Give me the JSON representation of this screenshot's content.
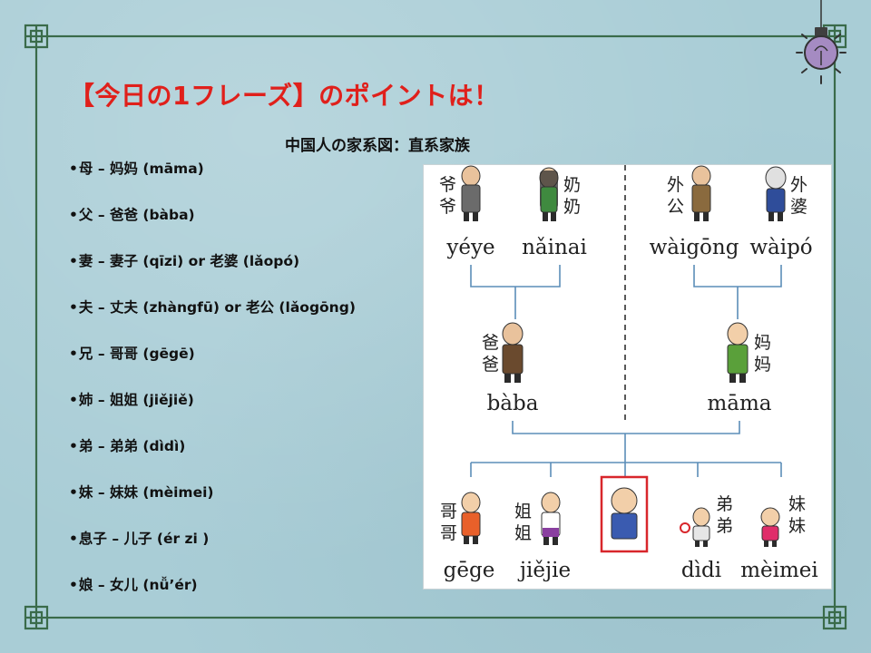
{
  "slide": {
    "title": "【今日の1フレーズ】のポイントは！",
    "subtitle": "中国人の家系図：直系家族",
    "colors": {
      "title": "#e0201b",
      "background": "#a9cdd6",
      "frame": "#3a6b4a",
      "tree_line": "#5b8db8",
      "highlight": "#d8262b"
    }
  },
  "vocab": [
    {
      "text": "母 – 妈妈 (māma)"
    },
    {
      "text": "父 – 爸爸 (bàba)"
    },
    {
      "text": "妻 – 妻子 (qīzi) or 老婆 (lǎopó)"
    },
    {
      "text": "夫 – 丈夫 (zhàngfū) or 老公 (lǎogōng)"
    },
    {
      "text": "兄 – 哥哥 (gēgē)"
    },
    {
      "text": "姉 – 姐姐 (jiějiě)"
    },
    {
      "text": "弟 – 弟弟 (dìdì)"
    },
    {
      "text": "妹 – 妹妹 (mèimei)"
    },
    {
      "text": "息子 – 儿子 (ér zi )"
    },
    {
      "text": "娘 – 女儿 (nǚ’ér)"
    }
  ],
  "family_tree": {
    "grandparents_paternal": [
      {
        "hanzi": [
          "爷",
          "爷"
        ],
        "pinyin": "yéye"
      },
      {
        "hanzi": [
          "奶",
          "奶"
        ],
        "pinyin": "nǎinai"
      }
    ],
    "grandparents_maternal": [
      {
        "hanzi": [
          "外",
          "公"
        ],
        "pinyin": "wàigōng"
      },
      {
        "hanzi": [
          "外",
          "婆"
        ],
        "pinyin": "wàipó"
      }
    ],
    "parents": [
      {
        "hanzi": [
          "爸",
          "爸"
        ],
        "pinyin": "bàba"
      },
      {
        "hanzi": [
          "妈",
          "妈"
        ],
        "pinyin": "māma"
      }
    ],
    "children": [
      {
        "hanzi": [
          "哥",
          "哥"
        ],
        "pinyin": "gēge"
      },
      {
        "hanzi": [
          "姐",
          "姐"
        ],
        "pinyin": "jiějie"
      },
      {
        "hanzi": [
          "弟",
          "弟"
        ],
        "pinyin": "dìdi"
      },
      {
        "hanzi": [
          "妹",
          "妹"
        ],
        "pinyin": "mèimei"
      }
    ]
  },
  "icons": {
    "bulb": "lightbulb-icon"
  }
}
